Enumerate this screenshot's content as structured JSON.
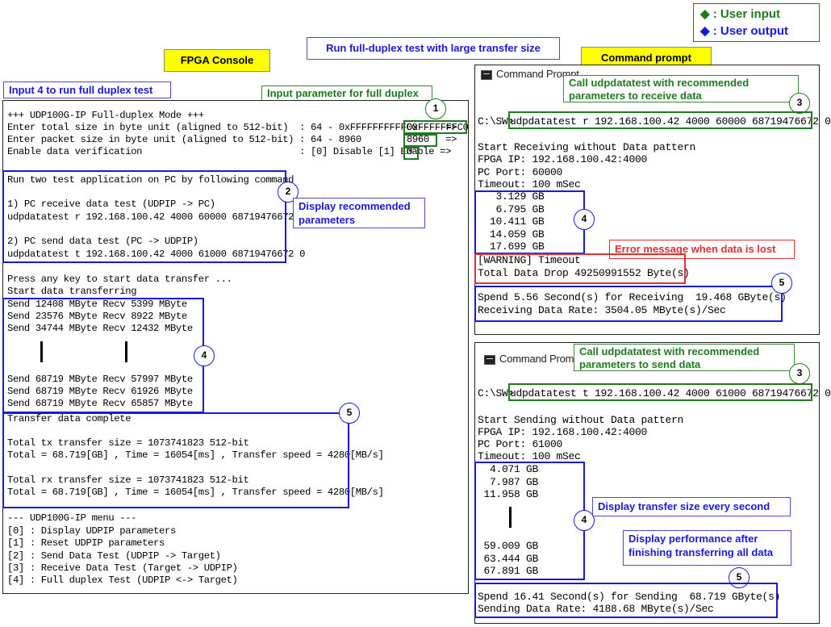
{
  "legend": {
    "user_input": "◆ : User input",
    "user_output": "◆ : User output",
    "input_color": "#1e7a1e",
    "output_color": "#1a1adb"
  },
  "headline": "Run full-duplex test with large transfer size",
  "fpga": {
    "title": "FPGA Console",
    "input_note": "Input 4 to run full duplex test",
    "param_note": "Input parameter for full duplex",
    "lines_top": [
      "+++ UDP100G-IP Full-duplex Mode +++",
      "Enter total size in byte unit (aligned to 512-bit)  : 64 - 0xFFFFFFFFFFC0     =>",
      "Enter packet size in byte unit (aligned to 512-bit) : 64 - 8960               =>",
      "Enable data verification                            : [0] Disable [1] Enable =>"
    ],
    "input_values": [
      "0xFFFFFFFC0",
      "8960",
      "0"
    ],
    "recommend_lines": [
      "Run two test application on PC by following command",
      "",
      "1) PC receive data test (UDPIP -> PC)",
      "udpdatatest r 192.168.100.42 4000 60000 68719476672 0",
      "",
      "2) PC send data test (PC -> UDPIP)",
      "udpdatatest t 192.168.100.42 4000 61000 68719476672 0"
    ],
    "recommend_note": "Display recommended parameters",
    "press_lines": [
      "Press any key to start data transfer ...",
      "Start data transferring"
    ],
    "progress_top": [
      "Send 12408 MByte Recv 5399 MByte",
      "Send 23576 MByte Recv 8922 MByte",
      "Send 34744 MByte Recv 12432 MByte"
    ],
    "progress_bottom": [
      "Send 68719 MByte Recv 57997 MByte",
      "Send 68719 MByte Recv 61926 MByte",
      "Send 68719 MByte Recv 65857 MByte"
    ],
    "result_lines": [
      "Transfer data complete",
      "",
      "Total tx transfer size = 1073741823 512-bit",
      "Total = 68.719[GB] , Time = 16054[ms] , Transfer speed = 4280[MB/s]",
      "",
      "Total rx transfer size = 1073741823 512-bit",
      "Total = 68.719[GB] , Time = 16054[ms] , Transfer speed = 4280[MB/s]"
    ],
    "menu_lines": [
      "--- UDP100G-IP menu ---",
      "[0] : Display UDPIP parameters",
      "[1] : Reset UDPIP parameters",
      "[2] : Send Data Test (UDPIP -> Target)",
      "[3] : Receive Data Test (Target -> UDPIP)",
      "[4] : Full duplex Test (UDPIP <-> Target)"
    ]
  },
  "cmd_title": "Command prompt",
  "receive": {
    "window_title": "Command Prompt",
    "call_note": "Call udpdatatest with recommended parameters to receive data",
    "prompt": "C:\\SW>",
    "command": "udpdatatest r 192.168.100.42 4000 60000 68719476672 0",
    "info_lines": [
      "Start Receiving without Data pattern",
      "FPGA IP: 192.168.100.42:4000",
      "PC Port: 60000",
      "Timeout: 100 mSec"
    ],
    "progress": [
      "   3.129 GB",
      "   6.795 GB",
      "  10.411 GB",
      "  14.059 GB",
      "  17.699 GB"
    ],
    "error_note": "Error message when data is lost",
    "error_lines": [
      "[WARNING] Timeout",
      "Total Data Drop 49250991552 Byte(s)"
    ],
    "summary_lines": [
      "Spend 5.56 Second(s) for Receiving  19.468 GByte(s)",
      "Receiving Data Rate: 3504.05 MByte(s)/Sec"
    ]
  },
  "send": {
    "window_title": "Command Prompt",
    "call_note": "Call udpdatatest with recommended parameters to send data",
    "prompt": "C:\\SW>",
    "command": "udpdatatest t 192.168.100.42 4000 61000 68719476672 0",
    "info_lines": [
      "Start Sending without Data pattern",
      "FPGA IP: 192.168.100.42:4000",
      "PC Port: 61000",
      "Timeout: 100 mSec"
    ],
    "progress_top": [
      "  4.071 GB",
      "  7.987 GB",
      " 11.958 GB"
    ],
    "progress_bottom": [
      " 59.009 GB",
      " 63.444 GB",
      " 67.891 GB"
    ],
    "size_note": "Display transfer size every second",
    "perf_note": "Display performance after finishing transferring all data",
    "summary_lines": [
      "Spend 16.41 Second(s) for Sending  68.719 GByte(s)",
      "Sending Data Rate: 4188.68 MByte(s)/Sec"
    ]
  },
  "markers": [
    "1",
    "2",
    "3",
    "4",
    "5"
  ]
}
